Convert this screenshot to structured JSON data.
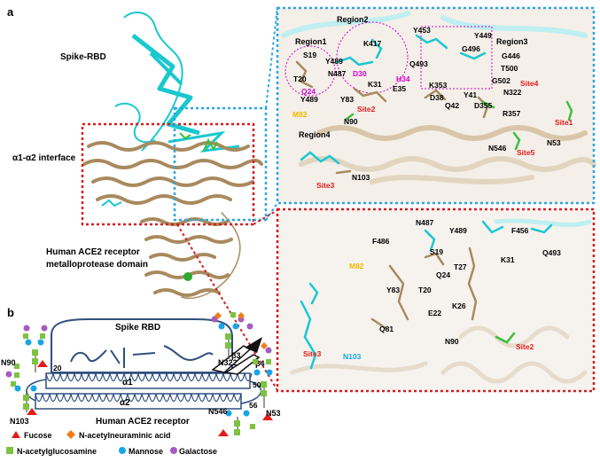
{
  "panel_a": {
    "letter": "a",
    "titles": {
      "spike_rbd": "Spike-RBD",
      "interface": "α1-α2 interface",
      "ace2_line1": "Human ACE2 receptor",
      "ace2_line2": "metalloprotease domain"
    },
    "inset_top": {
      "regions": [
        "Region1",
        "Region2",
        "Region3",
        "Region4"
      ],
      "residues_black": [
        "Y453",
        "Y449",
        "K417",
        "G496",
        "G446",
        "S19",
        "Y489",
        "N487",
        "Q493",
        "T500",
        "T20",
        "K31",
        "E35",
        "K353",
        "G502",
        "Y489",
        "Y83",
        "D38",
        "Y41",
        "N322",
        "Q42",
        "D355",
        "R357",
        "N90",
        "N53",
        "N546",
        "N103"
      ],
      "residues_magenta": [
        "D30",
        "H34",
        "Q24"
      ],
      "residues_orange": [
        "M82"
      ],
      "sites": [
        "Site2",
        "Site4",
        "Site1",
        "Site5",
        "Site3"
      ]
    },
    "inset_bottom": {
      "residues_black": [
        "N487",
        "Y489",
        "F456",
        "F486",
        "S19",
        "K31",
        "Q493",
        "T27",
        "Q24",
        "Y83",
        "T20",
        "E22",
        "K26",
        "Q81",
        "N90"
      ],
      "residues_orange": [
        "M82"
      ],
      "residues_cyan": [
        "N103"
      ],
      "sites": [
        "Site3",
        "Site2"
      ]
    }
  },
  "panel_b": {
    "letter": "b",
    "spike_label": "Spike RBD",
    "receptor_label": "Human ACE2 receptor",
    "helix_alpha1": "α1",
    "helix_alpha2": "α2",
    "beta3": "β3",
    "beta4": "β4",
    "residue_numbers": [
      "20",
      "50",
      "56"
    ],
    "glycan_sites": [
      "N322",
      "N90",
      "N53",
      "N546",
      "N103"
    ],
    "legend": [
      {
        "symbol": "triangle-red",
        "label": "Fucose"
      },
      {
        "symbol": "diamond-orange",
        "label": "N-acetylneuraminic acid"
      },
      {
        "symbol": "square-green",
        "label": "N-acetylglucosamine"
      },
      {
        "symbol": "circle-blue",
        "label": "Mannose"
      },
      {
        "symbol": "circle-purple",
        "label": "Galactose"
      }
    ]
  },
  "colors": {
    "spike_cyan": "#19c8cf",
    "ace2_tan": "#a88a5e",
    "box_blue": "#2aa7df",
    "box_red": "#d21f1f",
    "glycan_green": "#3bbf3b",
    "site_red": "#e31a1c",
    "highlight_magenta": "#d400d4",
    "highlight_orange": "#f2b800",
    "nag_green": "#7dc242",
    "man_blue": "#17a6e6",
    "gal_purple": "#a65bbf",
    "fuc_red": "#e41b1b",
    "neu_orange": "#f07d18",
    "cartoon_navy": "#2f4f7f"
  }
}
